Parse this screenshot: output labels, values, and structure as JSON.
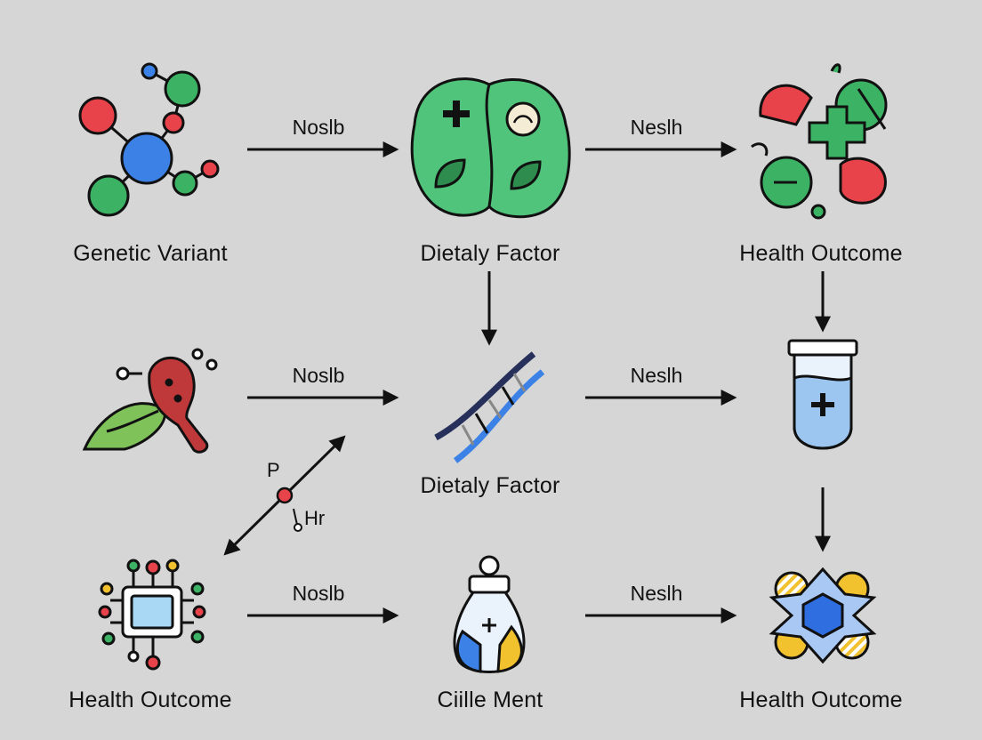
{
  "nodes": {
    "genetic_variant": "Genetic Variant",
    "dietary_factor_top": "Dietaly Factor",
    "health_outcome_top": "Health Outcome",
    "dietary_factor_mid": "Dietaly Factor",
    "health_outcome_bottom_left": "Health Outcome",
    "cille_ment": "Ciille Ment",
    "health_outcome_bottom_right": "Health Outcome"
  },
  "edges": {
    "row1_left": "Noslb",
    "row1_right": "Neslh",
    "row2_left": "Noslb",
    "row2_right": "Neslh",
    "row3_left": "Noslb",
    "row3_right": "Neslh"
  },
  "diagonal": {
    "label_p": "P",
    "label_hr": "Hr"
  },
  "colors": {
    "background": "#d6d6d6",
    "green": "#3cb264",
    "red": "#e8424a",
    "blue": "#3c82e6",
    "yellow": "#f2c12e"
  }
}
